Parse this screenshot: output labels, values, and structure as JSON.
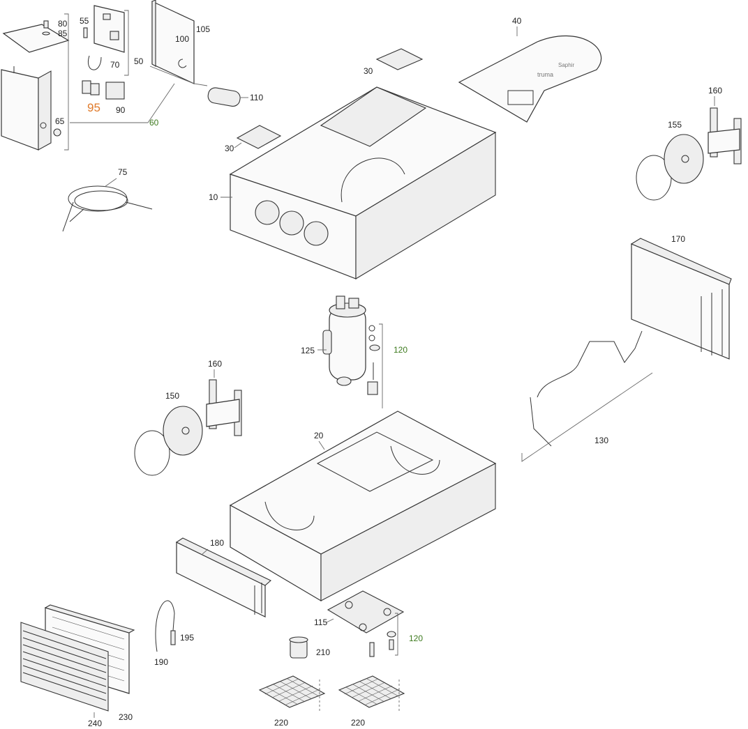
{
  "diagram": {
    "title": "Exploded parts diagram",
    "colors": {
      "default": "#222222",
      "green": "#3d7a1e",
      "orange": "#e07a2a"
    },
    "callouts": {
      "c80": "80",
      "c85": "85",
      "c55": "55",
      "c100": "100",
      "c105": "105",
      "c50": "50",
      "c70": "70",
      "c95": "95",
      "c90": "90",
      "c65": "65",
      "c60": "60",
      "c110": "110",
      "c40": "40",
      "c30a": "30",
      "c30b": "30",
      "c160a": "160",
      "c155": "155",
      "c10": "10",
      "c75": "75",
      "c170": "170",
      "c125": "125",
      "c120a": "120",
      "c160b": "160",
      "c150": "150",
      "c130": "130",
      "c20": "20",
      "c180": "180",
      "c115": "115",
      "c120b": "120",
      "c195": "195",
      "c210": "210",
      "c190": "190",
      "c240": "240",
      "c230": "230",
      "c220a": "220",
      "c220b": "220"
    },
    "logo_text": [
      "Saphir",
      "truma"
    ]
  }
}
